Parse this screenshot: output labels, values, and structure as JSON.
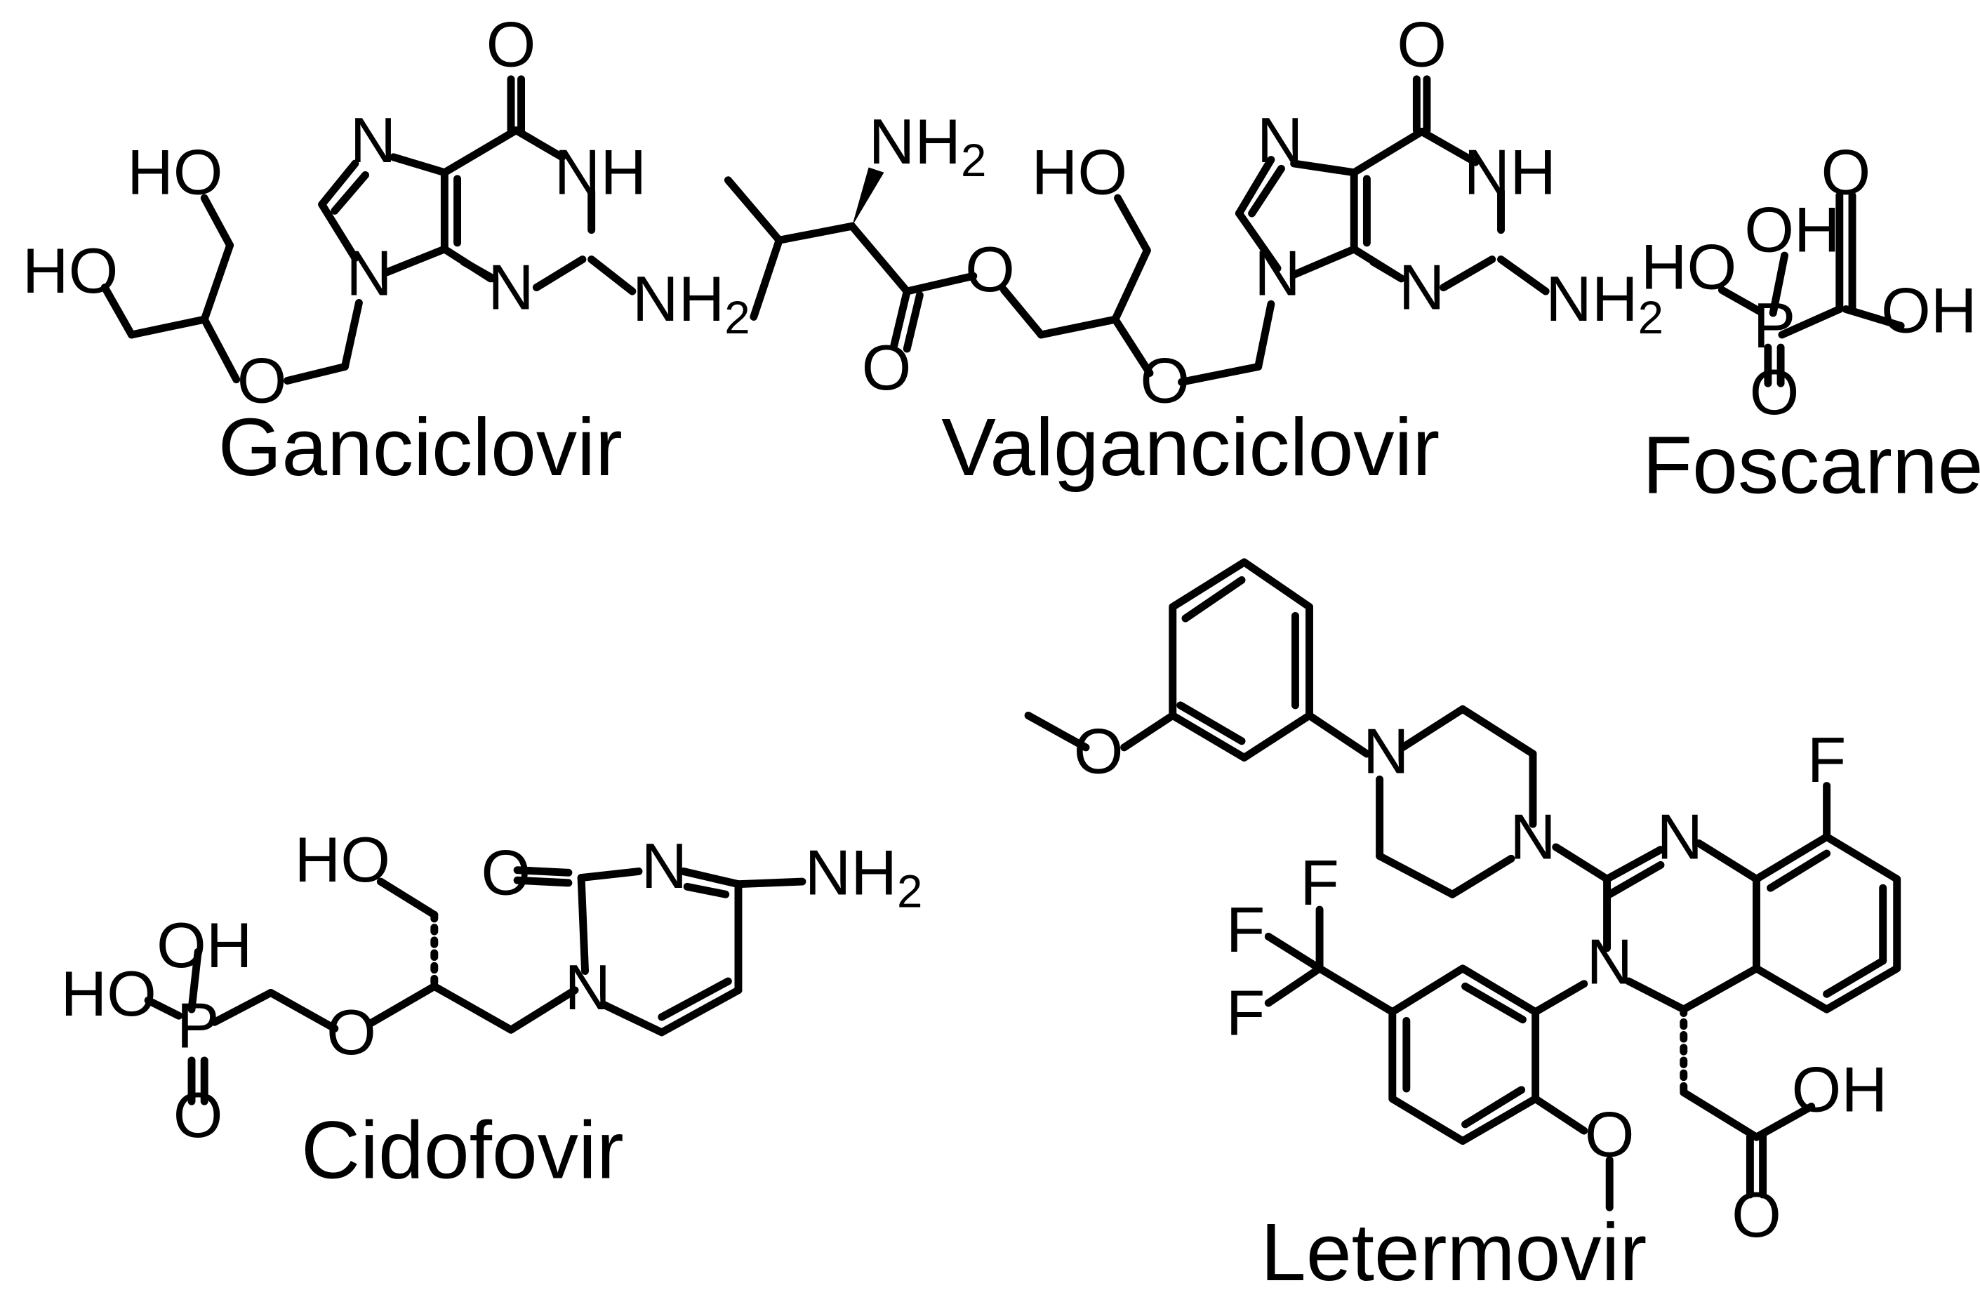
{
  "molecules": [
    {
      "name": "Ganciclovir",
      "atoms": {
        "o_top": "O",
        "nh": "NH",
        "n7": "N",
        "n3": "N",
        "n9": "N",
        "nh2": "NH",
        "nh2_sub": "2",
        "ho_top": "HO",
        "ho_bot": "HO",
        "o_ether": "O"
      }
    },
    {
      "name": "Valganciclovir",
      "atoms": {
        "nh2": "NH",
        "nh2_sub": "2",
        "o_carbonyl": "O",
        "o_ester": "O",
        "ho": "HO",
        "o_ether": "O",
        "n9": "N",
        "n7": "N",
        "o_top": "O",
        "nh": "NH",
        "n3": "N",
        "nh2_b": "NH",
        "nh2_b_sub": "2"
      }
    },
    {
      "name": "Foscarnet",
      "atoms": {
        "oh_top": "OH",
        "ho_left": "HO",
        "p": "P",
        "o_double_p": "O",
        "o_double_c": "O",
        "oh_right": "OH"
      }
    },
    {
      "name": "Cidofovir",
      "atoms": {
        "ho": "HO",
        "o_carbonyl": "O",
        "n3": "N",
        "nh2": "NH",
        "nh2_sub": "2",
        "oh_p": "OH",
        "ho_p": "HO",
        "p": "P",
        "o_ether": "O",
        "n1": "N",
        "o_double_p": "O"
      }
    },
    {
      "name": "Letermovir",
      "atoms": {
        "o_methoxy_top": "O",
        "n_pip_a": "N",
        "n_pip_b": "N",
        "f_top": "F",
        "n_q": "N",
        "f1": "F",
        "f2": "F",
        "f3": "F",
        "n_q3": "N",
        "o_methoxy_bot": "O",
        "oh": "OH",
        "o_carbonyl": "O"
      }
    }
  ]
}
